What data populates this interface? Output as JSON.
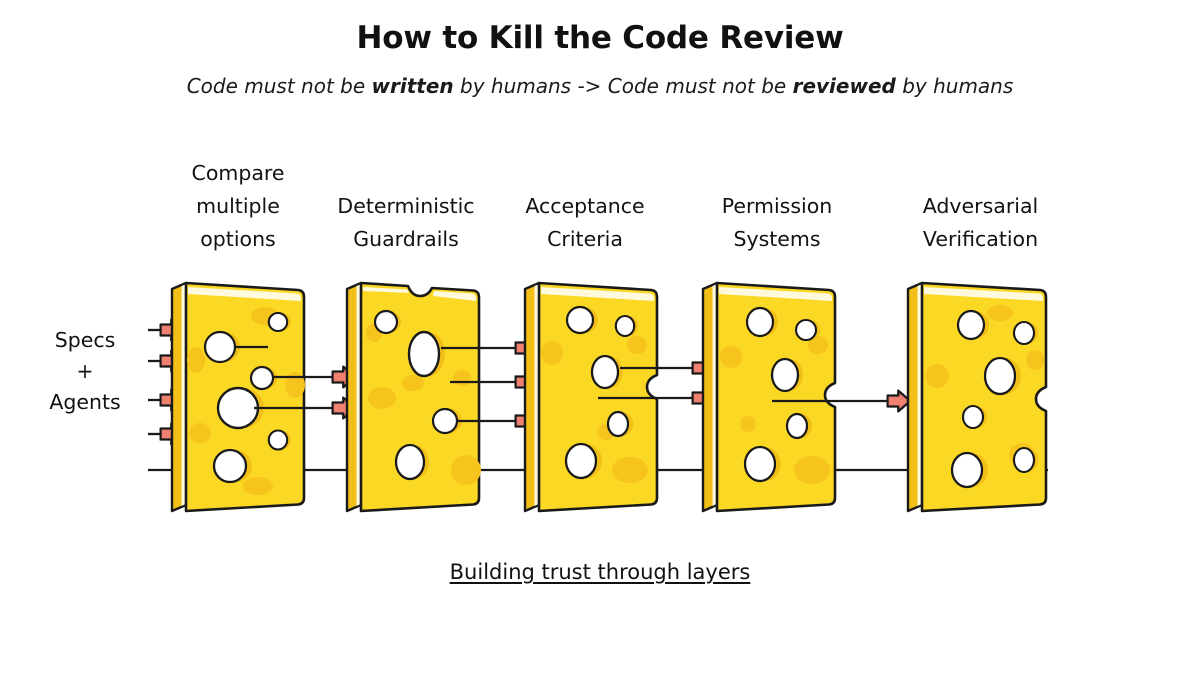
{
  "header": {
    "title": "How to Kill the Code Review",
    "subtitle_parts": [
      {
        "text": "Code must not be ",
        "bold": false
      },
      {
        "text": "written",
        "bold": true
      },
      {
        "text": " by humans -> Code must not be ",
        "bold": false
      },
      {
        "text": "reviewed",
        "bold": true
      },
      {
        "text": " by humans",
        "bold": false
      }
    ],
    "subtitle_plain": "Code must not be written by humans -> Code must not be reviewed by humans"
  },
  "input": {
    "label": "Specs\n+\nAgents",
    "arrow_count": 4,
    "arrow_icon": "right-arrow-icon"
  },
  "layers": [
    {
      "id": "compare-multiple-options",
      "label": "Compare\nmultiple\noptions",
      "order": 1,
      "outgoing_arrows": 2
    },
    {
      "id": "deterministic-guardrails",
      "label": "Deterministic\nGuardrails",
      "order": 2,
      "outgoing_arrows": 3
    },
    {
      "id": "acceptance-criteria",
      "label": "Acceptance\nCriteria",
      "order": 3,
      "outgoing_arrows": 2
    },
    {
      "id": "permission-systems",
      "label": "Permission\nSystems",
      "order": 4,
      "outgoing_arrows": 1
    },
    {
      "id": "adversarial-verification",
      "label": "Adversarial\nVerification",
      "order": 5,
      "outgoing_arrows": 0
    }
  ],
  "footer": {
    "caption": "Building trust through layers"
  },
  "colors": {
    "background": "#ffffff",
    "cheese_face": "#fbd824",
    "cheese_face_light": "#ffe44d",
    "cheese_side": "#f2bf18",
    "cheese_spot": "#f6c41d",
    "cheese_edge_highlight": "#ffffff",
    "hole_fill": "#ffffff",
    "outline": "#1a1a1a",
    "arrow_fill": "#f08070",
    "arrow_outline": "#1a1a1a",
    "line": "#1a1a1a",
    "text": "#111111"
  },
  "icons": {
    "cheese_slab": "cheese-slab-icon",
    "flow_arrow": "flow-arrow-icon",
    "flow_line": "flow-line-icon"
  }
}
